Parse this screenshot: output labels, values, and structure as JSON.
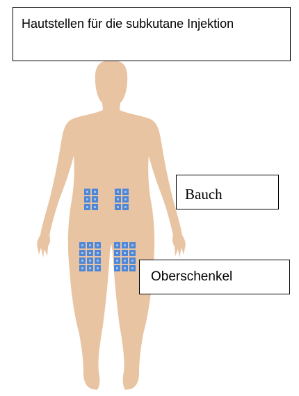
{
  "title": "Hautstellen für die subkutane Injektion",
  "labels": {
    "abdomen": "Bauch",
    "thigh": "Oberschenkel"
  },
  "colors": {
    "skin": "#e8c4a3",
    "injection_site": "#4f86d6",
    "injection_site_center": "#9cc4f2"
  },
  "injection_sites": [
    {
      "region": "abdomen-left",
      "rows": 3,
      "cols": 2
    },
    {
      "region": "abdomen-right",
      "rows": 3,
      "cols": 2
    },
    {
      "region": "thigh-left",
      "rows": 4,
      "cols": 3
    },
    {
      "region": "thigh-right",
      "rows": 4,
      "cols": 3
    }
  ]
}
